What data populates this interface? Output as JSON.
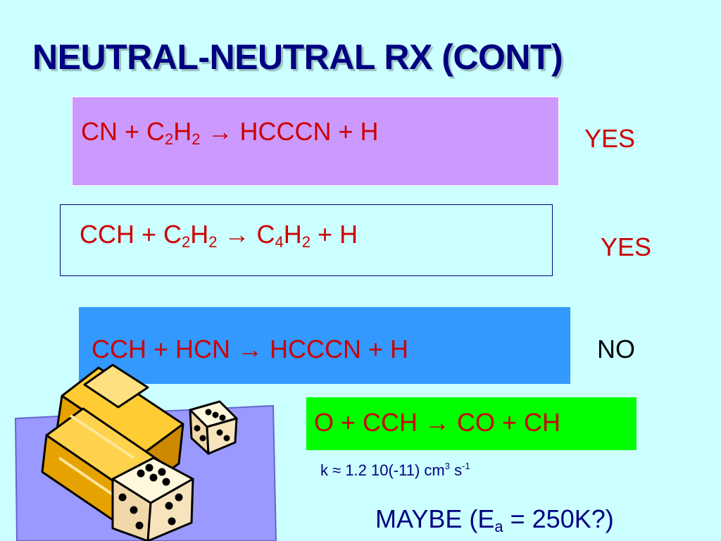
{
  "slide": {
    "title": "NEUTRAL-NEUTRAL RX (CONT)"
  },
  "reactions": [
    {
      "parts": [
        "CN  +  C",
        "2",
        "H",
        "2",
        "  →   HCCCN   +   H"
      ],
      "result": "YES",
      "box_color": "#cc99ff"
    },
    {
      "parts": [
        "CCH   +   C",
        "2",
        "H",
        "2",
        "  →  C",
        "4",
        "H",
        "2",
        "  +  H"
      ],
      "result": "YES",
      "box_color": "#ccffff"
    },
    {
      "parts": [
        "CCH  +  HCN  →  HCCCN  +  H"
      ],
      "result": "NO",
      "box_color": "#3399ff"
    },
    {
      "parts": [
        "O + CCH → CO + CH"
      ],
      "box_color": "#00ff00"
    }
  ],
  "rate": {
    "prefix": "k ",
    "symbol": "≈",
    "value": " 1.2 10(-11) cm",
    "exp1": "3",
    "unit2": " s",
    "exp2": "-1"
  },
  "maybe": {
    "before": "MAYBE (E",
    "sub": "a",
    "after": " = 250K?)"
  },
  "colors": {
    "background": "#ccffff",
    "title": "#000080",
    "reaction_text": "#cc0000",
    "result_text": "#cc0000",
    "no_text": "#000000",
    "note_text": "#000080"
  },
  "clipart": "gold-bars-and-dice"
}
